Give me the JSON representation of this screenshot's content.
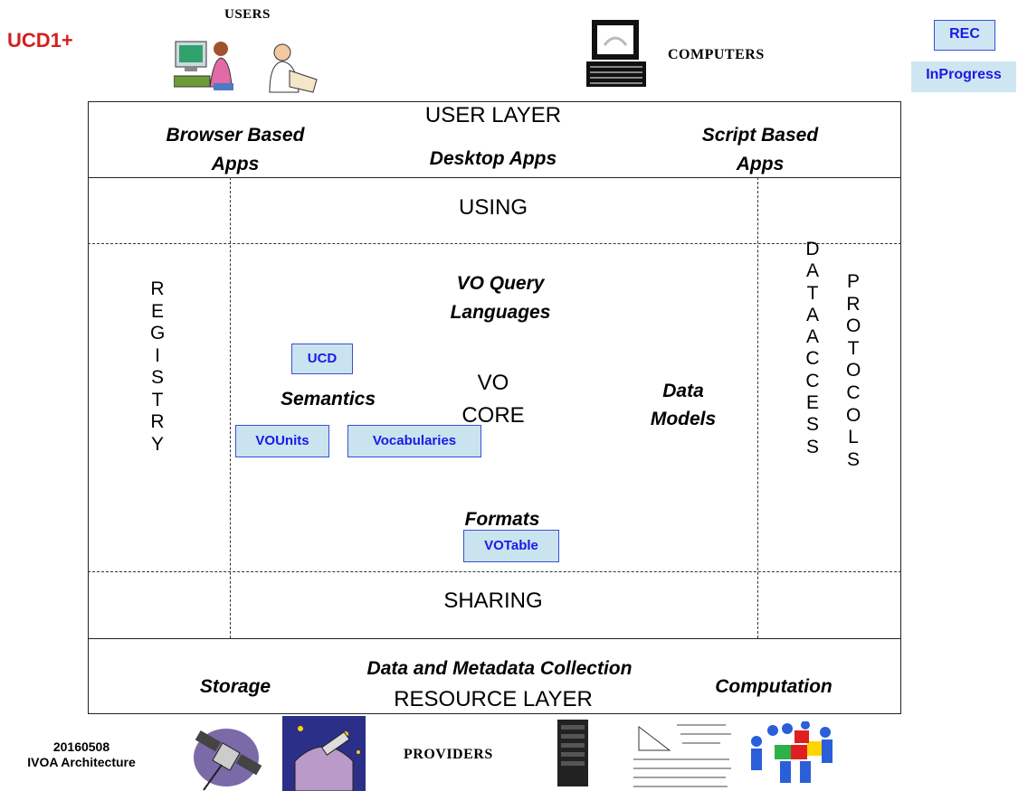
{
  "badge": {
    "label": "UCD1+"
  },
  "legend": {
    "rec": "REC",
    "in_progress": "InProgress"
  },
  "top": {
    "users_label": "USERS",
    "computers_label": "COMPUTERS"
  },
  "user_layer": {
    "title": "USER LAYER",
    "browser": [
      "Browser Based",
      "Apps"
    ],
    "desktop": "Desktop Apps",
    "script": [
      "Script Based",
      "Apps"
    ]
  },
  "core": {
    "using": "USING",
    "sharing": "SHARING",
    "registry": "REGISTRY",
    "query": [
      "VO Query",
      "Languages"
    ],
    "semantics": "Semantics",
    "vo_core": [
      "VO",
      "CORE"
    ],
    "data_models": [
      "Data",
      "Models"
    ],
    "formats": "Formats",
    "data_access_left": "DATA ACCESS",
    "data_access_right": "PROTOCOLS",
    "ucd": "UCD",
    "vounits": "VOUnits",
    "vocabularies": "Vocabularies",
    "votable": "VOTable"
  },
  "resource_layer": {
    "title": "RESOURCE LAYER",
    "collection": "Data and Metadata Collection",
    "storage": "Storage",
    "computation": "Computation"
  },
  "footer": {
    "date": "20160508",
    "caption": "IVOA Architecture",
    "providers": "PROVIDERS"
  },
  "icons": [
    "user-at-computer-icon",
    "user-reading-icon",
    "computer-terminal-icon",
    "satellite-icon",
    "observatory-icon",
    "server-rack-icon",
    "math-notes-icon",
    "puzzle-people-icon"
  ]
}
